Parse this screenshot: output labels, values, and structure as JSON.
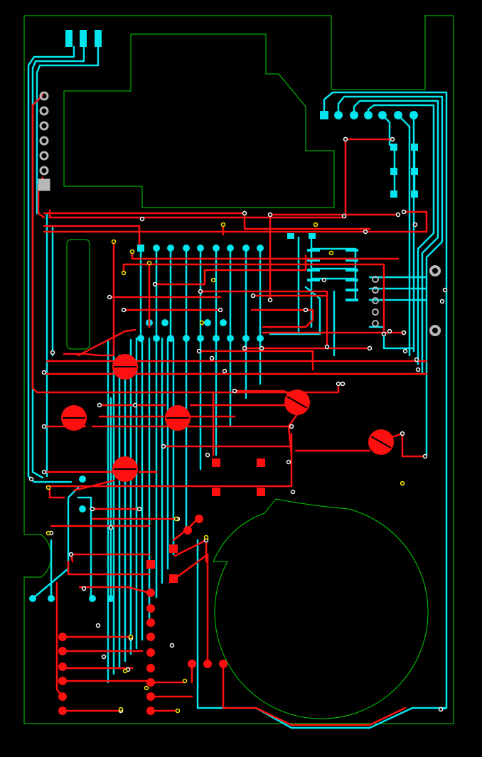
{
  "view": {
    "background": "#000000",
    "layer_colors": {
      "top_copper": "#ff0000",
      "bottom_copper": "#00e5ee",
      "outline": "#00d400",
      "via": "#ffffff",
      "via_marked": "#ffee00",
      "mounting_hole": "#b8b8b8"
    }
  },
  "board": {
    "layers": [
      "outline",
      "bottom_copper",
      "top_copper",
      "vias"
    ],
    "parts": [
      "edge-connector",
      "programming-header",
      "crystal",
      "dip-ic",
      "soic-ic",
      "trimmers",
      "battery-holder",
      "mounting-holes",
      "smd-pad-array",
      "keypad-connector"
    ]
  }
}
